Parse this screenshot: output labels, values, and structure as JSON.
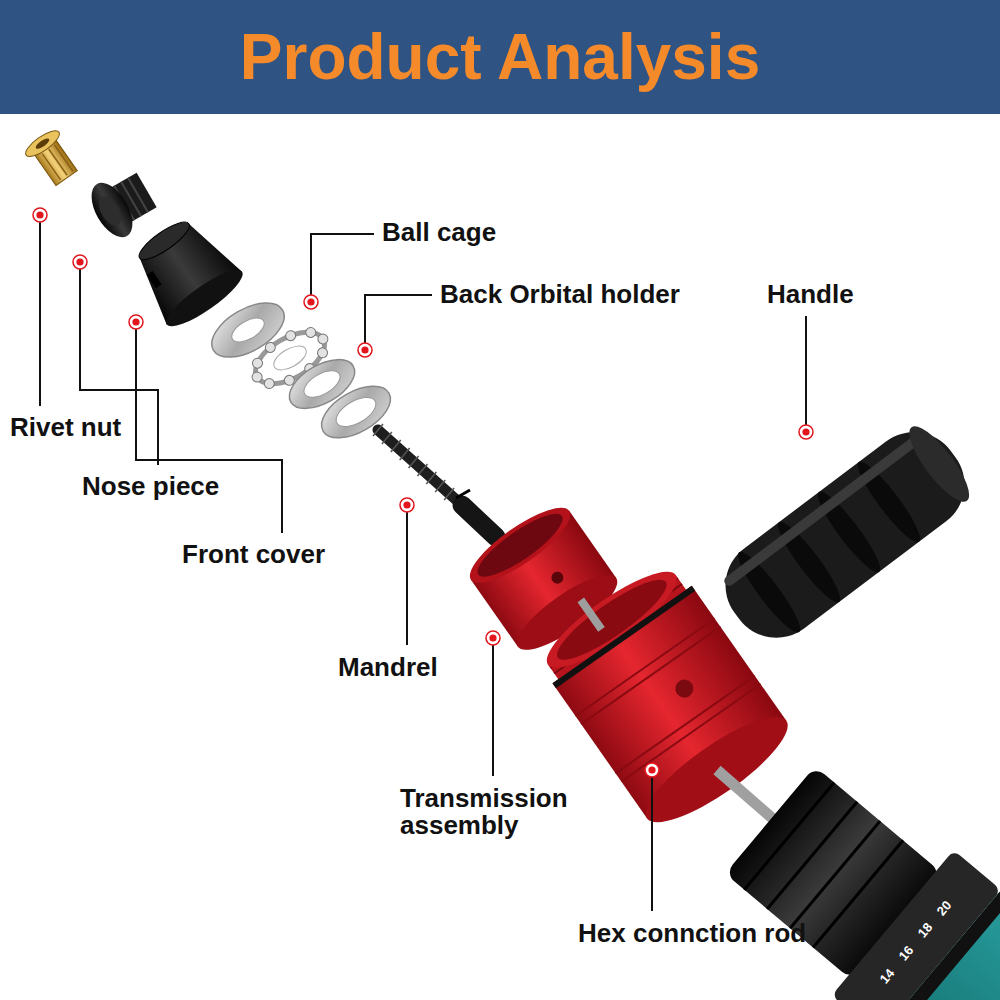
{
  "diagram": {
    "title": "Product Analysis",
    "labels": [
      "Rivet nut",
      "Nose piece",
      "Front cover",
      "Ball cage",
      "Back Orbital holder",
      "Handle",
      "Mandrel",
      "Transmission assembly",
      "Hex connction rod",
      "14",
      "16",
      "18",
      "20"
    ]
  }
}
